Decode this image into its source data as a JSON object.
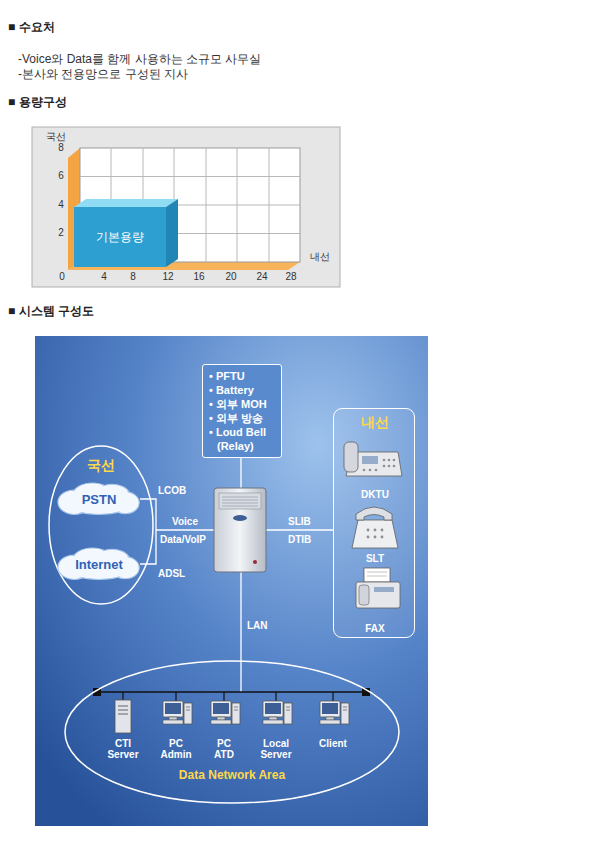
{
  "diagram": {
    "nodes": [
      {
        "text": [
          "기본용량"
        ]
      },
      {
        "text": [
          "• PFTU",
          "• Battery",
          "• 외부 MOH",
          "• 외부 방송",
          "• Loud Bell (Relay)"
        ]
      },
      {
        "text": [
          "국선"
        ]
      },
      {
        "text": [
          "PSTN"
        ],
        "in": 2
      },
      {
        "text": [
          "Internet"
        ],
        "in": 2
      },
      {
        "text": [
          "내선",
          "DKTU",
          "SLT",
          "FAX"
        ]
      },
      {
        "text": [
          "CTI Server",
          "PC Admin",
          "PC ATD",
          "Local Server",
          "Client",
          "Data Network Area"
        ]
      }
    ],
    "labels": [
      "■ 수요처",
      "-Voice와 Data를 함께 사용하는 소규모 사무실",
      "-본사와 전용망으로 구성된 지사",
      "■ 용량구성",
      "국선",
      "8",
      "6",
      "4",
      "2",
      "0",
      "4",
      "8",
      "12",
      "16",
      "20",
      "24",
      "28",
      "내선",
      "■ 시스템 구성도",
      "LCOB",
      "Voice",
      "Data/VoIP",
      "ADSL",
      "SLIB",
      "DTIB",
      "LAN"
    ]
  }
}
